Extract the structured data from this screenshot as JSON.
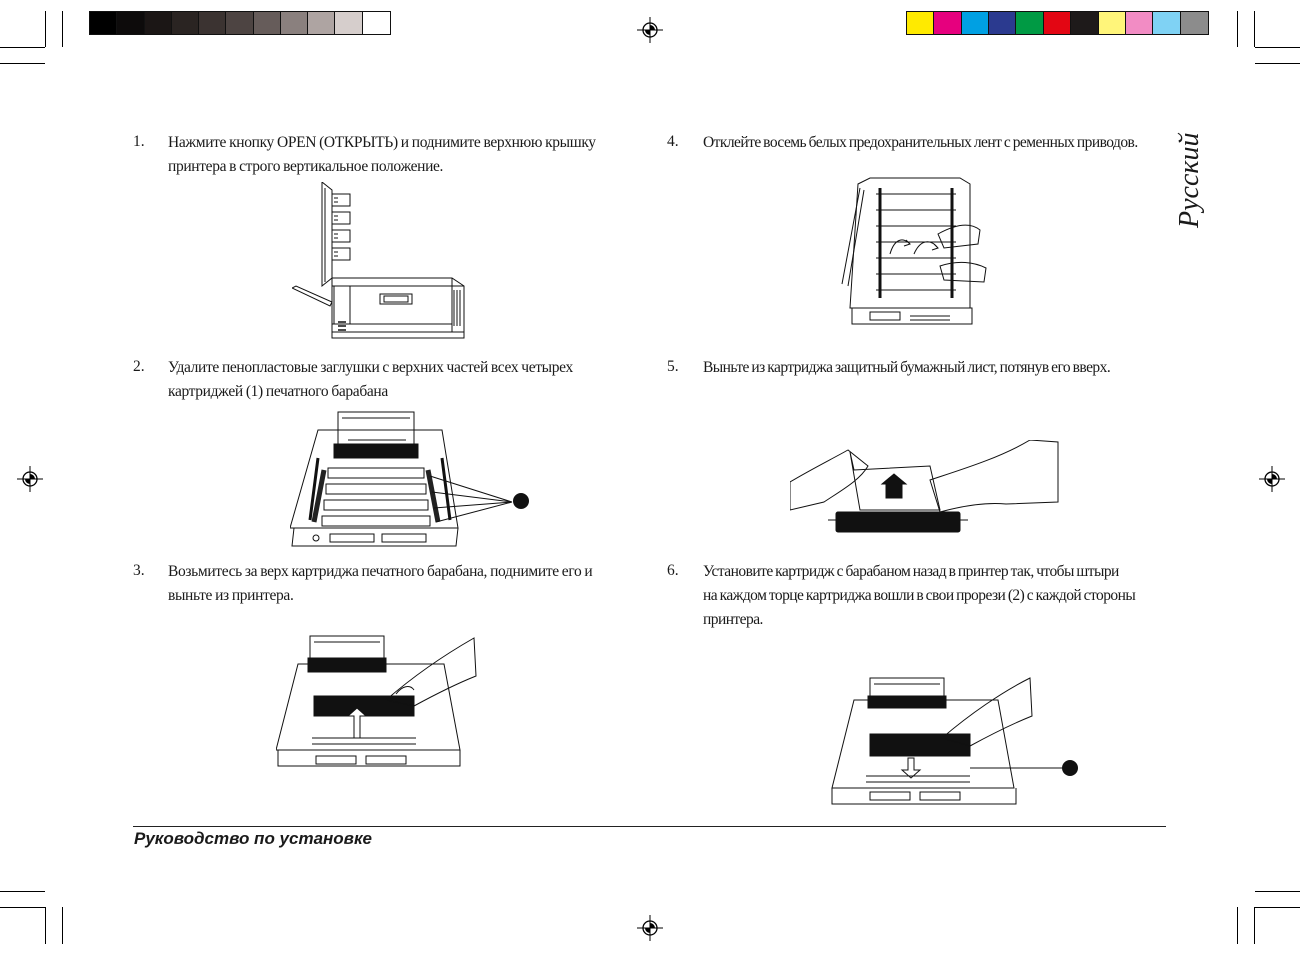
{
  "color_bars": {
    "grayscale": [
      "#000000",
      "#0d0b0b",
      "#1b1615",
      "#2a2422",
      "#3b3331",
      "#4d4442",
      "#665c5a",
      "#8a807e",
      "#aea4a2",
      "#d6cecc",
      "#ffffff"
    ],
    "process": [
      "#ffea00",
      "#e6007e",
      "#00a0e3",
      "#2b3a8f",
      "#009a44",
      "#e30613",
      "#1e1a1a",
      "#fff57a",
      "#f28cc4",
      "#7fd2f4",
      "#8c8c8c"
    ]
  },
  "steps": [
    {
      "number": "1.",
      "lines": [
        "Нажмите кнопку OPEN (ОТКРЫТЬ) и поднимите верхнюю крышку",
        "принтера в строго вертикальное положение."
      ]
    },
    {
      "number": "2.",
      "lines": [
        "Удалите пенопластовые заглушки с верхних частей всех четырех",
        "картриджей (1) печатного барабана"
      ]
    },
    {
      "number": "3.",
      "lines": [
        "Возьмитесь за верх картриджа печатного барабана, поднимите его и",
        "выньте из принтера."
      ]
    },
    {
      "number": "4.",
      "lines": [
        "Отклейте восемь белых предохранительных лент с ременных приводов."
      ]
    },
    {
      "number": "5.",
      "lines": [
        "Выньте из картриджа защитный бумажный лист, потянув его вверх."
      ]
    },
    {
      "number": "6.",
      "lines": [
        "Установите картридж с барабаном назад в принтер так, чтобы штыри",
        "на каждом торце картриджа вошли в свои прорези (2) с каждой стороны",
        "принтера."
      ]
    }
  ],
  "side_label": "Русский",
  "footer": {
    "title": "Руководство по установке"
  }
}
